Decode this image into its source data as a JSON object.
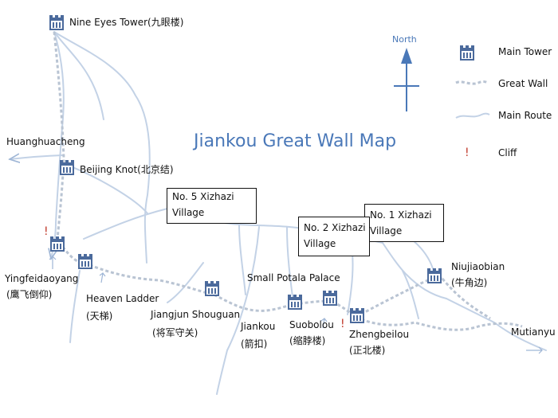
{
  "title": "Jiankou Great Wall Map",
  "north_label": "North",
  "legend": {
    "main_tower": "Main Tower",
    "great_wall": "Great Wall",
    "main_route": "Main Route",
    "cliff": "Cliff",
    "cliff_symbol": "!"
  },
  "places": {
    "nine_eyes": "Nine Eyes Tower(九眼楼)",
    "huanghuacheng": "Huanghuacheng",
    "beijing_knot": "Beijing Knot(北京结)",
    "yingfeidaoyang": "Yingfeidaoyang",
    "yingfeidaoyang_cn": "(鹰飞倒仰)",
    "heaven_ladder": "Heaven Ladder",
    "heaven_ladder_cn": "(天梯)",
    "jiangjun": "Jiangjun Shouguan",
    "jiangjun_cn": "(将军守关)",
    "jiankou": "Jiankou",
    "jiankou_cn": "(箭扣)",
    "small_potala": "Small Potala Palace",
    "suobolou": "Suobolou",
    "suobolou_cn": "(缩脖楼)",
    "zhengbeilou": "Zhengbeilou",
    "zhengbeilou_cn": "(正北楼)",
    "niujiaobian": "Niujiaobian",
    "niujiaobian_cn": "(牛角边)",
    "mutianyu": "Mutianyu"
  },
  "villages": {
    "no5_line1": "No. 5 Xizhazi",
    "no5_line2": "Village",
    "no2_line1": "No. 2 Xizhazi",
    "no2_line2": "Village",
    "no1_line1": "No. 1 Xizhazi",
    "no1_line2": "Village"
  },
  "colors": {
    "route": "#c3d2e6",
    "wall": "#b9c4d3",
    "tower": "#4b6a9c",
    "title": "#4a78b8",
    "cliff": "#c0392b"
  },
  "icons": [
    "tower-icon",
    "north-arrow-icon",
    "cliff-icon"
  ]
}
